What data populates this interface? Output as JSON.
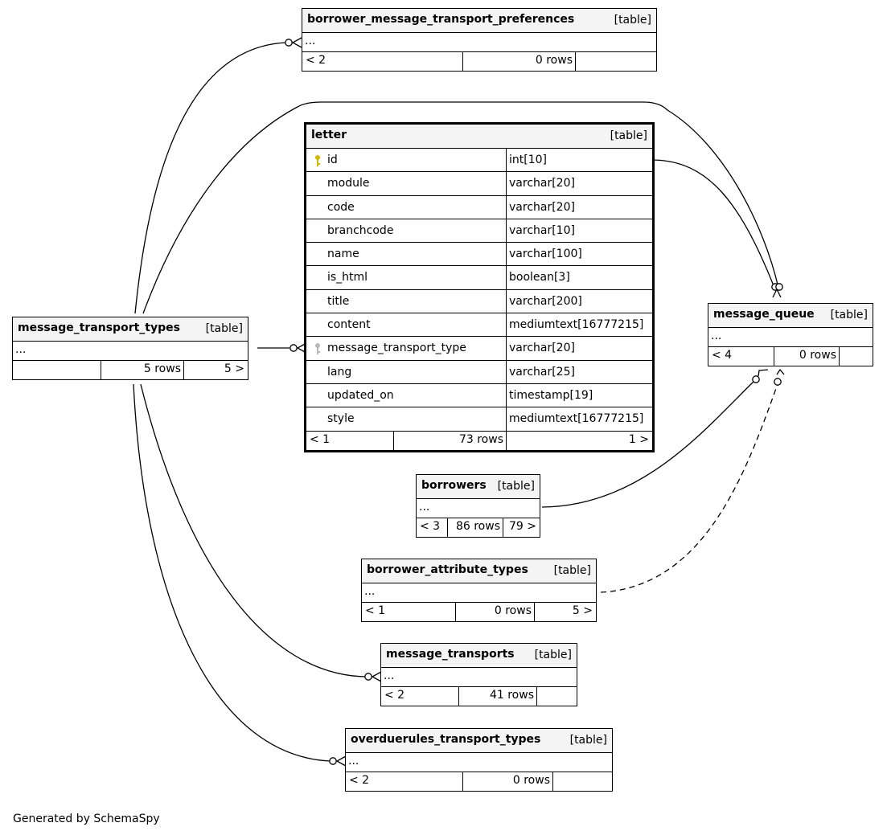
{
  "tag": "[table]",
  "tables": {
    "bmtp": {
      "name": "borrower_message_transport_preferences",
      "ellipsis": "...",
      "footer": [
        "< 2",
        "0 rows",
        ""
      ]
    },
    "letter": {
      "name": "letter",
      "columns": [
        {
          "name": "id",
          "type": "int[10]",
          "key": "primary"
        },
        {
          "name": "module",
          "type": "varchar[20]"
        },
        {
          "name": "code",
          "type": "varchar[20]"
        },
        {
          "name": "branchcode",
          "type": "varchar[10]"
        },
        {
          "name": "name",
          "type": "varchar[100]"
        },
        {
          "name": "is_html",
          "type": "boolean[3]"
        },
        {
          "name": "title",
          "type": "varchar[200]"
        },
        {
          "name": "content",
          "type": "mediumtext[16777215]"
        },
        {
          "name": "message_transport_type",
          "type": "varchar[20]",
          "key": "foreign"
        },
        {
          "name": "lang",
          "type": "varchar[25]"
        },
        {
          "name": "updated_on",
          "type": "timestamp[19]"
        },
        {
          "name": "style",
          "type": "mediumtext[16777215]"
        }
      ],
      "footer": [
        "< 1",
        "73 rows",
        "1 >"
      ]
    },
    "mtt": {
      "name": "message_transport_types",
      "ellipsis": "...",
      "footer": [
        "",
        "5 rows",
        "5 >"
      ]
    },
    "mq": {
      "name": "message_queue",
      "ellipsis": "...",
      "footer": [
        "< 4",
        "0 rows",
        ""
      ]
    },
    "borrowers": {
      "name": "borrowers",
      "ellipsis": "...",
      "footer": [
        "< 3",
        "86 rows",
        "79 >"
      ]
    },
    "bat": {
      "name": "borrower_attribute_types",
      "ellipsis": "...",
      "footer": [
        "< 1",
        "0 rows",
        "5 >"
      ]
    },
    "mt": {
      "name": "message_transports",
      "ellipsis": "...",
      "footer": [
        "< 2",
        "41 rows",
        ""
      ]
    },
    "ott": {
      "name": "overduerules_transport_types",
      "ellipsis": "...",
      "footer": [
        "< 2",
        "0 rows",
        ""
      ]
    }
  },
  "footer_note": "Generated by SchemaSpy",
  "colors": {
    "primary_key": "#d4b800",
    "foreign_key": "#b8b8b8",
    "header_bg": "#f4f4f4"
  }
}
